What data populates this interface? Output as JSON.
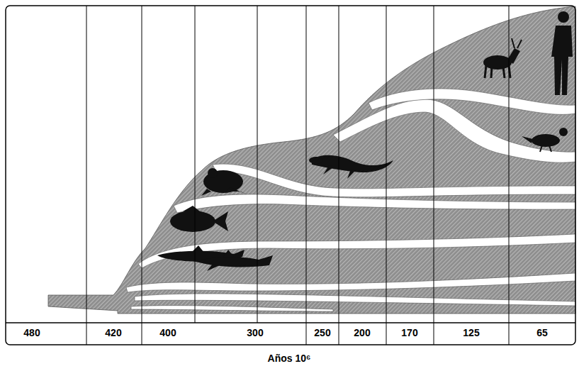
{
  "diagram": {
    "labels": [
      "480",
      "420",
      "400",
      "300",
      "250",
      "200",
      "170",
      "125",
      "65",
      "Años 10⁶"
    ]
  }
}
